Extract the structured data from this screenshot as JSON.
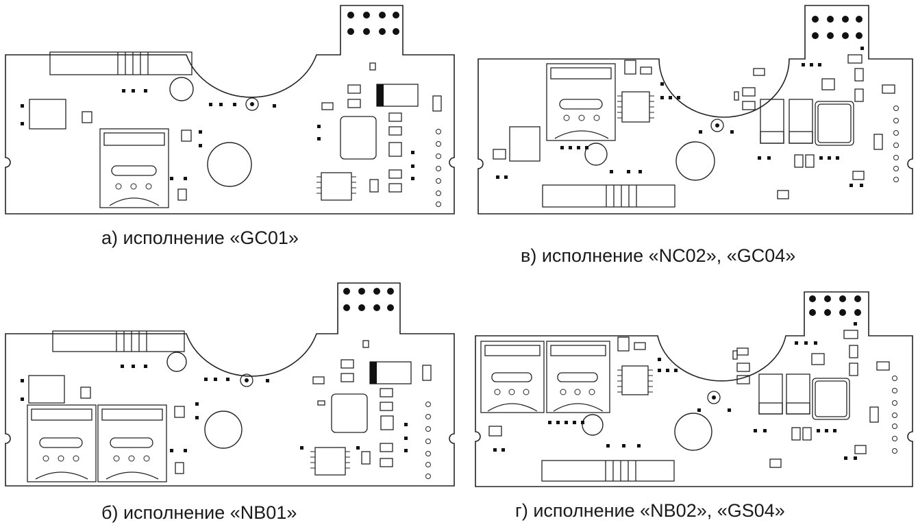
{
  "captions": {
    "a": "а) исполнение «GC01»",
    "b": "б) исполнение «NB01»",
    "v": "в) исполнение «NC02», «GC04»",
    "g": "г) исполнение «NB02», «GS04»"
  },
  "colors": {
    "line": "#222222",
    "background": "#ffffff",
    "text": "#1a1a1a"
  }
}
